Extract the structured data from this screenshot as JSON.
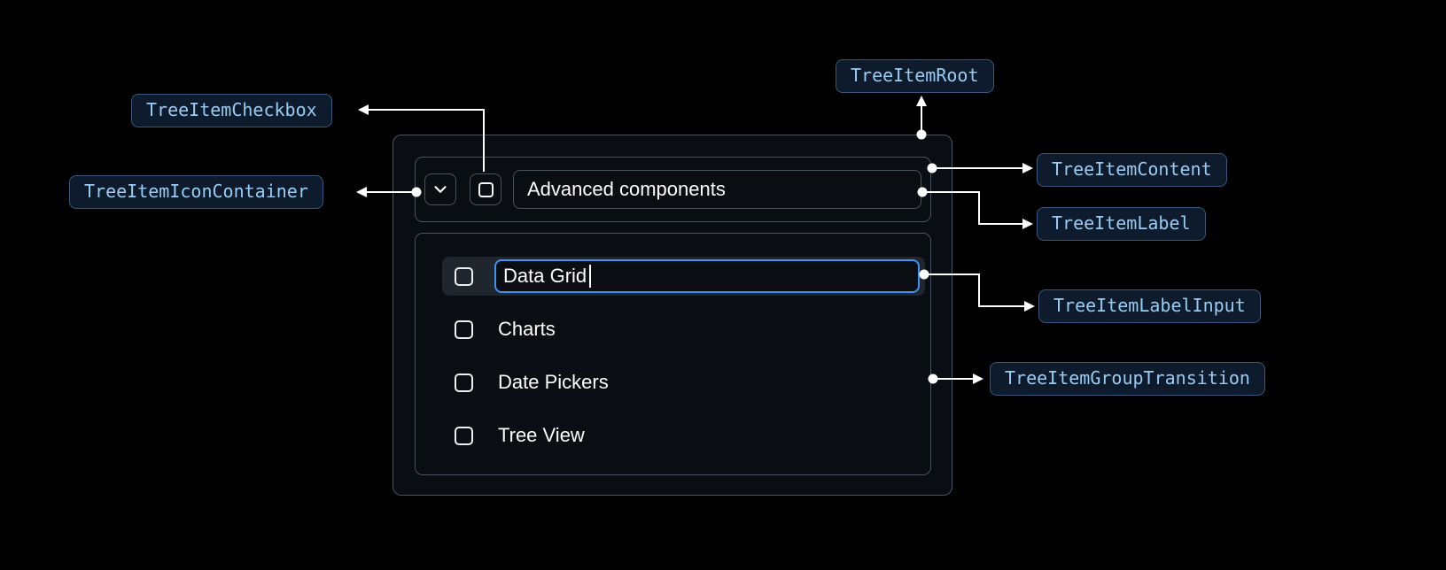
{
  "colors": {
    "background": "#000000",
    "badge_text": "#99CCF3",
    "badge_background": "#0D1B2C",
    "badge_border": "#38577A",
    "component_border": "#4A5361",
    "connector_line": "#FFFFFF",
    "text": "#FFFFFF",
    "input_focus_border": "#3E93F2",
    "editing_row_background": "#20262E"
  },
  "badges": {
    "checkbox": "TreeItemCheckbox",
    "icon_container": "TreeItemIconContainer",
    "root": "TreeItemRoot",
    "content": "TreeItemContent",
    "label": "TreeItemLabel",
    "label_input": "TreeItemLabelInput",
    "group_transition": "TreeItemGroupTransition"
  },
  "tree": {
    "parent_label": "Advanced components",
    "items": [
      {
        "label": "Data Grid",
        "state": "editing",
        "checked": false
      },
      {
        "label": "Charts",
        "checked": false
      },
      {
        "label": "Date Pickers",
        "checked": false
      },
      {
        "label": "Tree View",
        "checked": false
      }
    ]
  }
}
